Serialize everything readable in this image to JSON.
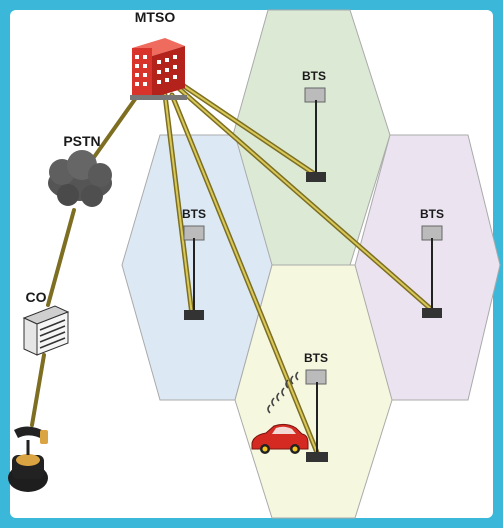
{
  "labels": {
    "mtso": "MTSO",
    "pstn": "PSTN",
    "co": "CO",
    "bts_green": "BTS",
    "bts_blue": "BTS",
    "bts_purple": "BTS",
    "bts_yellow": "BTS"
  },
  "colors": {
    "frame": "#3bb7d9",
    "cell_blue": "#dce9f5",
    "cell_green": "#dbe9d5",
    "cell_purple": "#ebe4f0",
    "cell_yellow": "#f6f7df",
    "link": "#8a7a2a",
    "building": "#d9342b",
    "car": "#d42a22"
  },
  "icons": [
    "building-icon",
    "cloud-icon",
    "office-building-icon",
    "telephone-icon",
    "antenna-tower-icon",
    "car-icon",
    "radio-wave-icon"
  ]
}
